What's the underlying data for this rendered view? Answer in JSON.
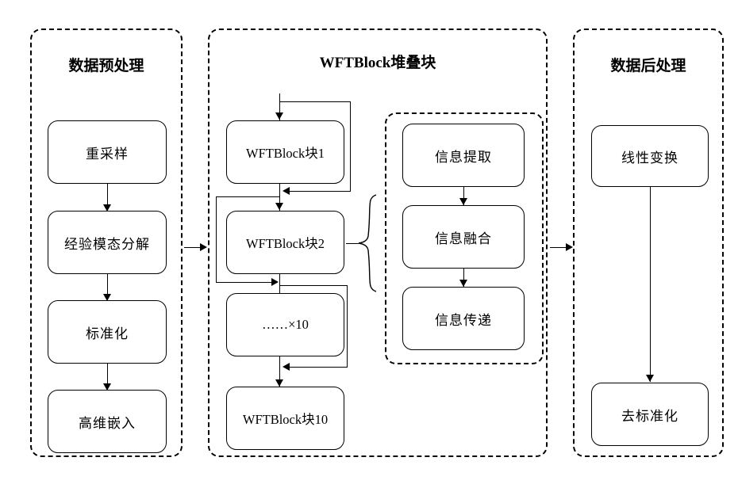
{
  "figure": {
    "title": "",
    "type": "flowchart-diagram",
    "background_color": "#ffffff",
    "line_color": "#000000"
  },
  "panels": {
    "preprocess": {
      "title": "数据预处理",
      "nodes": [
        {
          "label": "重采样"
        },
        {
          "label": "经验模态分解"
        },
        {
          "label": "标准化"
        },
        {
          "label": "高维嵌入"
        }
      ]
    },
    "stack": {
      "title": "WFTBlock堆叠块",
      "nodes": [
        {
          "label": "WFTBlock块1"
        },
        {
          "label": "WFTBlock块2"
        },
        {
          "label": "……×10"
        },
        {
          "label": "WFTBlock块10"
        }
      ],
      "detail": {
        "nodes": [
          {
            "label": "信息提取"
          },
          {
            "label": "信息融合"
          },
          {
            "label": "信息传递"
          }
        ]
      }
    },
    "postprocess": {
      "title": "数据后处理",
      "nodes": [
        {
          "label": "线性变换"
        },
        {
          "label": "去标准化"
        }
      ]
    }
  }
}
